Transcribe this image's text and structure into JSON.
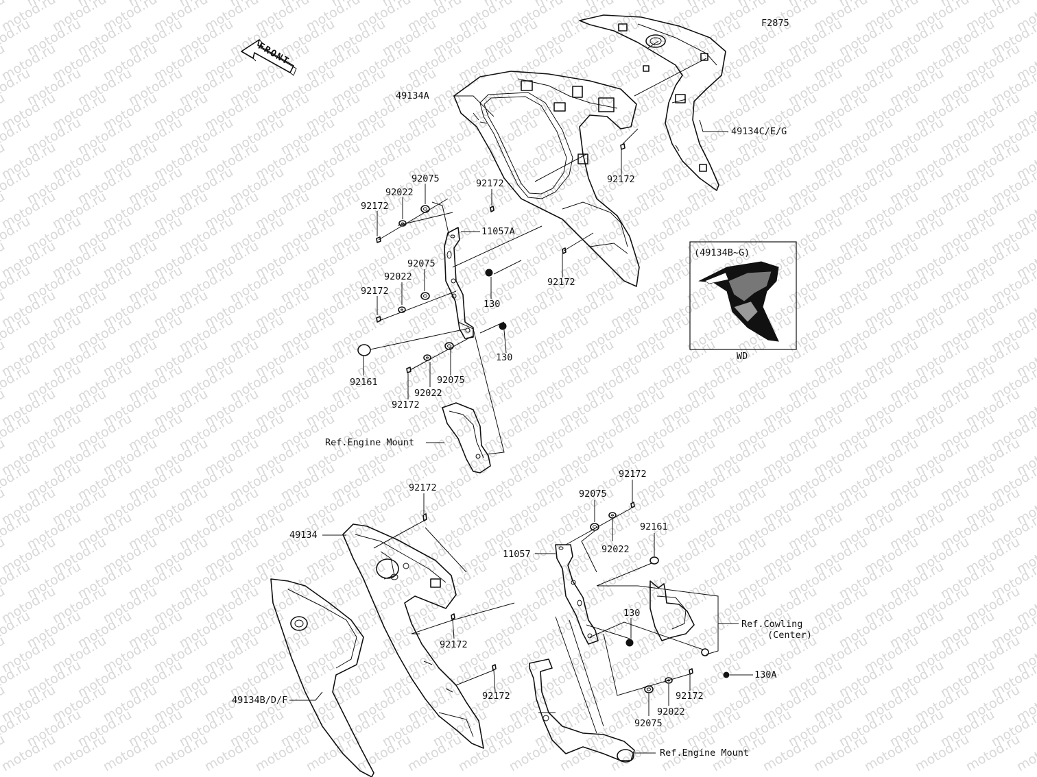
{
  "figure_id": "F2875",
  "direction_label": "FRONT",
  "watermark": "motod.ru",
  "inset": {
    "header": "(49134B~G)",
    "caption": "WD"
  },
  "refs": {
    "engine_mount_upper": "Ref.Engine Mount",
    "engine_mount_lower": "Ref.Engine Mount",
    "cowling_line1": "Ref.Cowling",
    "cowling_line2": "(Center)"
  },
  "parts": {
    "p49134A": "49134A",
    "p49134CEG": "49134C/E/G",
    "p92075a": "92075",
    "p92022a": "92022",
    "p92172a": "92172",
    "p92172b": "92172",
    "p92172c": "92172",
    "p11057A": "11057A",
    "p92075b": "92075",
    "p92022b": "92022",
    "p92172d": "92172",
    "p130a": "130",
    "p92172e": "92172",
    "p130b": "130",
    "p92161a": "92161",
    "p92075c": "92075",
    "p92022c": "92022",
    "p92172f": "92172",
    "p92172g": "92172",
    "p49134": "49134",
    "p92172h": "92172",
    "p92075d": "92075",
    "p92022d": "92022",
    "p92161b": "92161",
    "p11057": "11057",
    "p130c": "130",
    "p92172i": "92172",
    "p92172j": "92172",
    "p130A": "130A",
    "p92172k": "92172",
    "p92022e": "92022",
    "p92075e": "92075",
    "p49134BDF": "49134B/D/F"
  }
}
